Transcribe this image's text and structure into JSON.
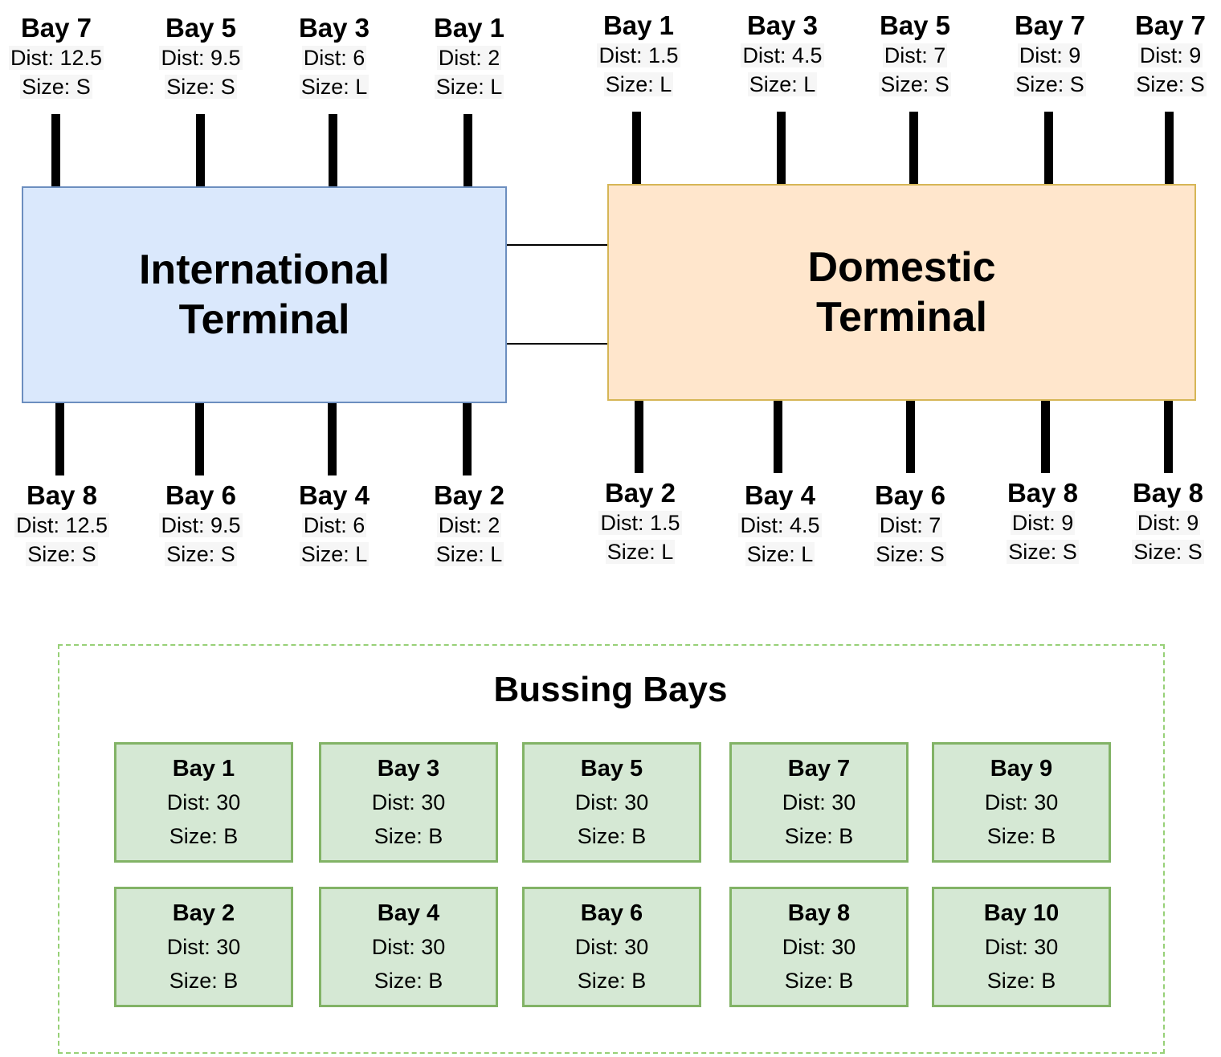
{
  "international_terminal": {
    "title": "International\nTerminal",
    "bays_top": [
      {
        "name": "Bay 7",
        "dist": "Dist: 12.5",
        "size": "Size: S"
      },
      {
        "name": "Bay 5",
        "dist": "Dist: 9.5",
        "size": "Size: S"
      },
      {
        "name": "Bay 3",
        "dist": "Dist: 6",
        "size": "Size: L"
      },
      {
        "name": "Bay 1",
        "dist": "Dist: 2",
        "size": "Size: L"
      }
    ],
    "bays_bottom": [
      {
        "name": "Bay 8",
        "dist": "Dist: 12.5",
        "size": "Size: S"
      },
      {
        "name": "Bay 6",
        "dist": "Dist: 9.5",
        "size": "Size: S"
      },
      {
        "name": "Bay 4",
        "dist": "Dist: 6",
        "size": "Size: L"
      },
      {
        "name": "Bay 2",
        "dist": "Dist: 2",
        "size": "Size: L"
      }
    ]
  },
  "domestic_terminal": {
    "title": "Domestic\nTerminal",
    "bays_top": [
      {
        "name": "Bay 1",
        "dist": "Dist: 1.5",
        "size": "Size: L"
      },
      {
        "name": "Bay 3",
        "dist": "Dist: 4.5",
        "size": "Size: L"
      },
      {
        "name": "Bay 5",
        "dist": "Dist: 7",
        "size": "Size: S"
      },
      {
        "name": "Bay 7",
        "dist": "Dist: 9",
        "size": "Size: S"
      },
      {
        "name": "Bay 7",
        "dist": "Dist: 9",
        "size": "Size: S"
      }
    ],
    "bays_bottom": [
      {
        "name": "Bay 2",
        "dist": "Dist: 1.5",
        "size": "Size: L"
      },
      {
        "name": "Bay 4",
        "dist": "Dist: 4.5",
        "size": "Size: L"
      },
      {
        "name": "Bay 6",
        "dist": "Dist: 7",
        "size": "Size: S"
      },
      {
        "name": "Bay 8",
        "dist": "Dist: 9",
        "size": "Size: S"
      },
      {
        "name": "Bay 8",
        "dist": "Dist: 9",
        "size": "Size: S"
      }
    ]
  },
  "bussing_bays": {
    "title": "Bussing Bays",
    "bays": [
      {
        "name": "Bay 1",
        "dist": "Dist: 30",
        "size": "Size: B"
      },
      {
        "name": "Bay 3",
        "dist": "Dist: 30",
        "size": "Size: B"
      },
      {
        "name": "Bay 5",
        "dist": "Dist: 30",
        "size": "Size: B"
      },
      {
        "name": "Bay 7",
        "dist": "Dist: 30",
        "size": "Size: B"
      },
      {
        "name": "Bay 9",
        "dist": "Dist: 30",
        "size": "Size: B"
      },
      {
        "name": "Bay 2",
        "dist": "Dist: 30",
        "size": "Size: B"
      },
      {
        "name": "Bay 4",
        "dist": "Dist: 30",
        "size": "Size: B"
      },
      {
        "name": "Bay 6",
        "dist": "Dist: 30",
        "size": "Size: B"
      },
      {
        "name": "Bay 8",
        "dist": "Dist: 30",
        "size": "Size: B"
      },
      {
        "name": "Bay 10",
        "dist": "Dist: 30",
        "size": "Size: B"
      }
    ]
  },
  "colors": {
    "international_fill": "#dae8fc",
    "international_border": "#6c8ebf",
    "domestic_fill": "#ffe6cc",
    "domestic_border": "#d6b656",
    "bussing_fill": "#d5e8d4",
    "bussing_border": "#82b366",
    "bussing_group_border": "#97d077"
  }
}
